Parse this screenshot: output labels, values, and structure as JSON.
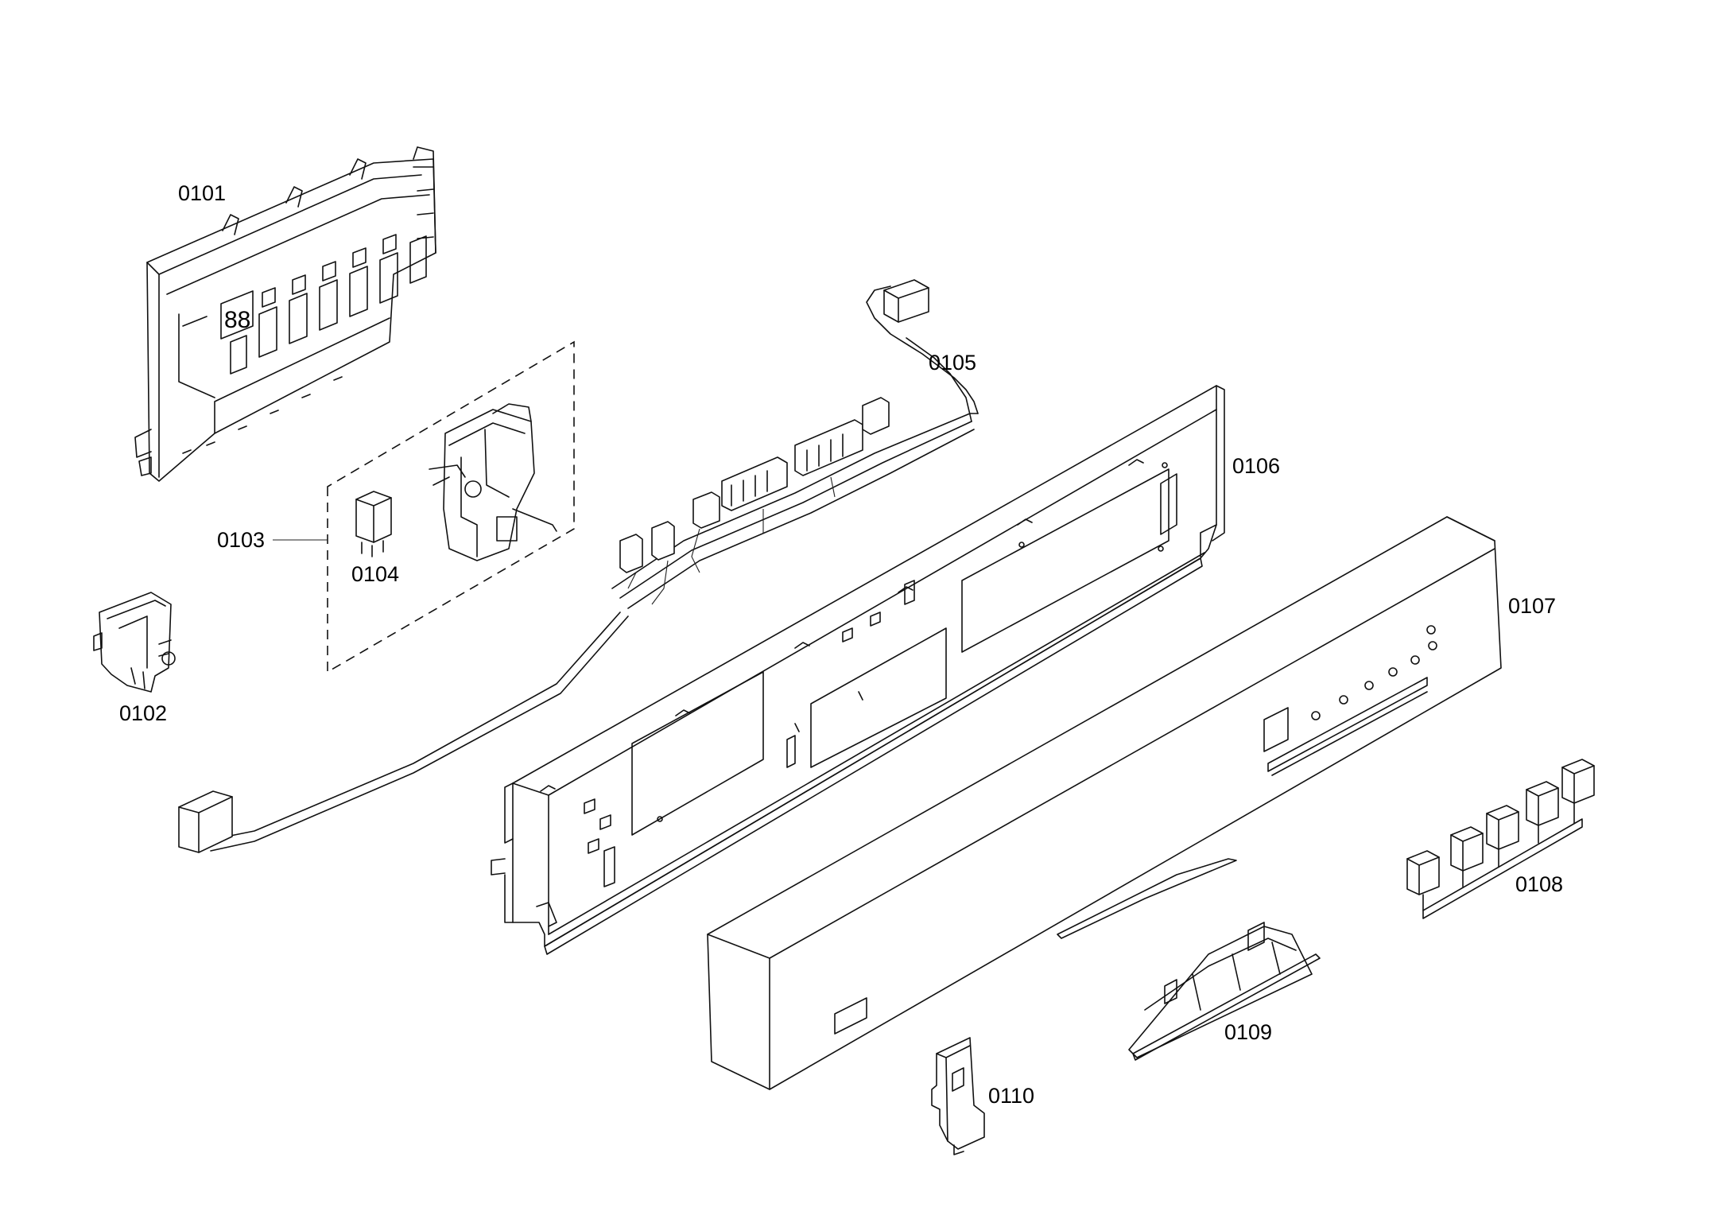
{
  "diagram": {
    "labels": {
      "p0101": "0101",
      "p0102": "0102",
      "p0103": "0103",
      "p0104": "0104",
      "p0105": "0105",
      "p0106": "0106",
      "p0107": "0107",
      "p0108": "0108",
      "p0109": "0109",
      "p0110": "0110"
    },
    "display_digits": "88"
  }
}
